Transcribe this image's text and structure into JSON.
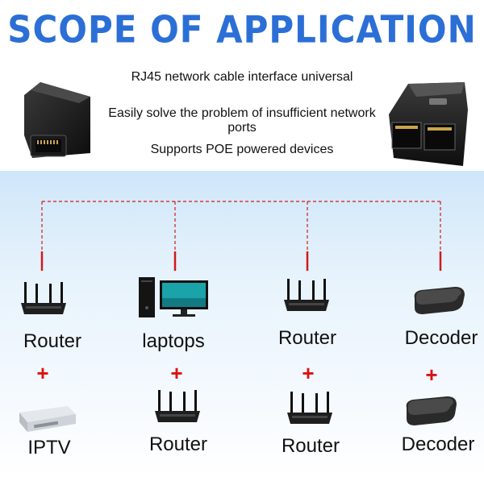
{
  "header": {
    "title": "SCOPE OF APPLICATION"
  },
  "features": [
    "RJ45 network cable interface universal",
    "Easily solve the problem of insufficient network ports",
    "Supports POE powered devices"
  ],
  "columns": [
    {
      "top_label": "Router",
      "bottom_label": "IPTV",
      "top_icon": "router-icon",
      "bottom_icon": "iptv-box-icon"
    },
    {
      "top_label": "laptops",
      "bottom_label": "Router",
      "top_icon": "desktop-computer-icon",
      "bottom_icon": "router-icon"
    },
    {
      "top_label": "Router",
      "bottom_label": "Router",
      "top_icon": "router-icon",
      "bottom_icon": "router-icon"
    },
    {
      "top_label": "Decoder",
      "bottom_label": "Decoder",
      "top_icon": "decoder-box-icon",
      "bottom_icon": "decoder-box-icon"
    }
  ],
  "plus_symbol": "+",
  "colors": {
    "title": "#2b6fd6",
    "connector_line": "#d11a1a",
    "background_top": "#cfe6f9"
  }
}
